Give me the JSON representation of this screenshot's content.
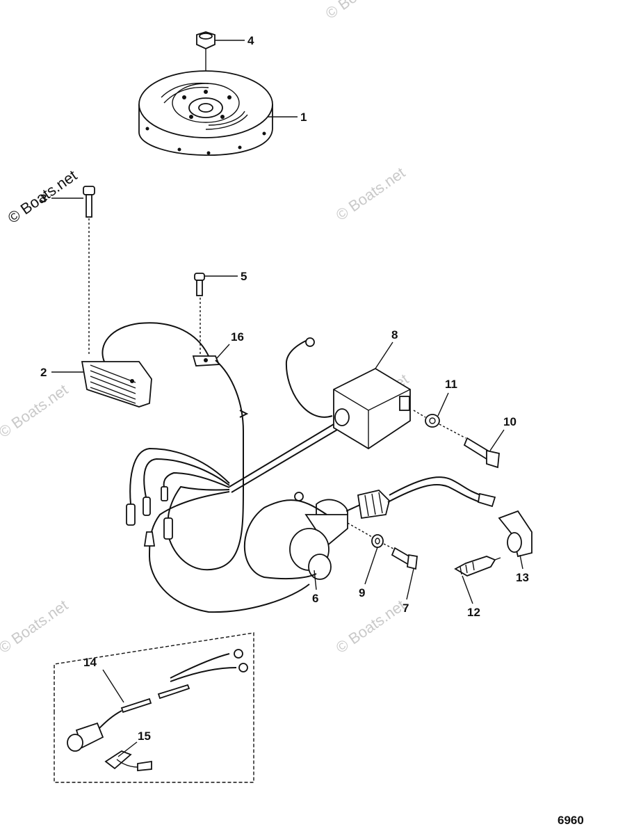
{
  "callouts": {
    "c1": "1",
    "c2": "2",
    "c3": "3",
    "c4": "4",
    "c5": "5",
    "c6": "6",
    "c7": "7",
    "c8": "8",
    "c9": "9",
    "c10": "10",
    "c11": "11",
    "c12": "12",
    "c13": "13",
    "c14": "14",
    "c15": "15",
    "c16": "16"
  },
  "figure_number": "6960",
  "watermark": "© Boats.net",
  "colors": {
    "line": "#111111",
    "watermark": "#c9c9c9",
    "background": "#ffffff"
  }
}
